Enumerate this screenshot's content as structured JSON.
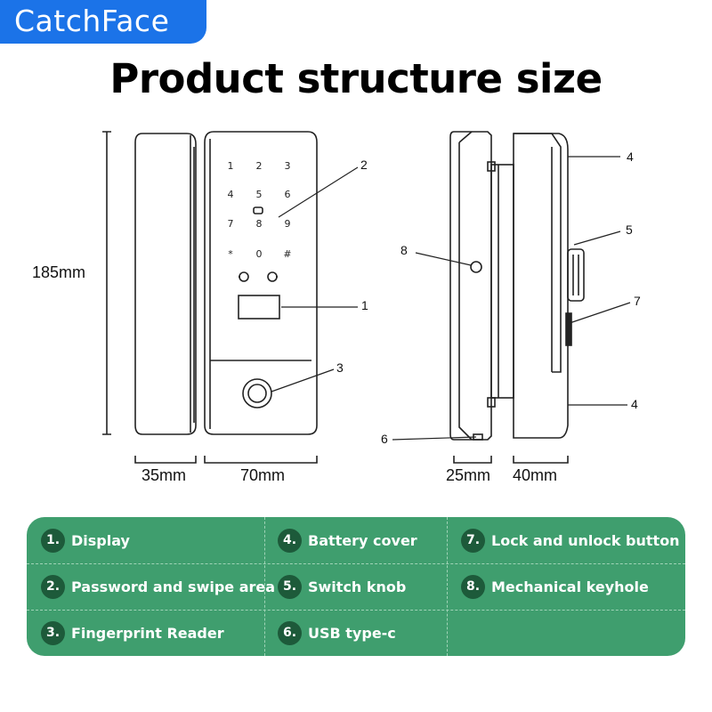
{
  "brand": {
    "name": "CatchFace",
    "color": "#1b73e8"
  },
  "title": "Product structure size",
  "dimensions": {
    "height": "185mm",
    "left_width": "35mm",
    "front_width": "70mm",
    "side_left": "25mm",
    "side_right": "40mm"
  },
  "keypad": [
    "1",
    "2",
    "3",
    "4",
    "5",
    "6",
    "7",
    "8",
    "9",
    "*",
    "0",
    "#"
  ],
  "callouts": {
    "front": [
      "1",
      "2",
      "3"
    ],
    "side": [
      "4",
      "5",
      "7",
      "8",
      "4",
      "6"
    ]
  },
  "legend": {
    "color": "#3f9e6e",
    "items": [
      {
        "num": "1.",
        "label": "Display"
      },
      {
        "num": "2.",
        "label": "Password and swipe area"
      },
      {
        "num": "3.",
        "label": "Fingerprint Reader"
      },
      {
        "num": "4.",
        "label": "Battery cover"
      },
      {
        "num": "5.",
        "label": "Switch knob"
      },
      {
        "num": "6.",
        "label": "USB type-c"
      },
      {
        "num": "7.",
        "label": "Lock and unlock button"
      },
      {
        "num": "8.",
        "label": "Mechanical keyhole"
      }
    ]
  }
}
